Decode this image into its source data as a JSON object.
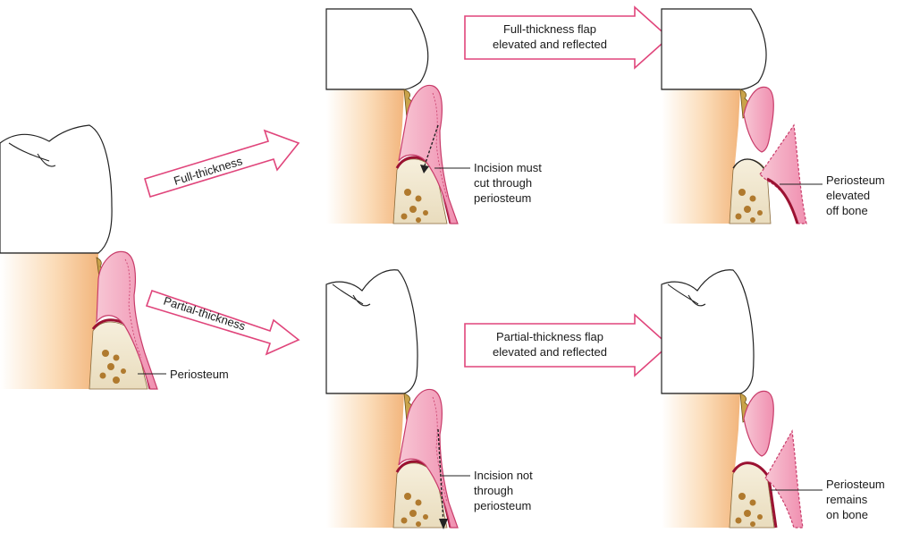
{
  "arrows": {
    "full_thickness": "Full-thickness",
    "partial_thickness": "Partial-thickness",
    "full_flap": [
      "Full-thickness flap",
      "elevated and reflected"
    ],
    "partial_flap": [
      "Partial-thickness flap",
      "elevated and reflected"
    ]
  },
  "labels": {
    "periosteum": "Periosteum",
    "incision_must": [
      "Incision must",
      "cut through",
      "periosteum"
    ],
    "periosteum_elevated": [
      "Periosteum",
      "elevated",
      "off bone"
    ],
    "incision_not": [
      "Incision not",
      "through",
      "periosteum"
    ],
    "periosteum_remains": [
      "Periosteum",
      "remains",
      "on bone"
    ]
  },
  "colors": {
    "arrow_stroke": "#e0457b",
    "gingiva": "#f5a9bf",
    "gingiva_dark": "#d2406f",
    "periosteum": "#9b1232",
    "bone": "#efe4c8",
    "bone_dots": "#b07a2e",
    "root": "#f7c99a",
    "cementum": "#c9a34a"
  }
}
